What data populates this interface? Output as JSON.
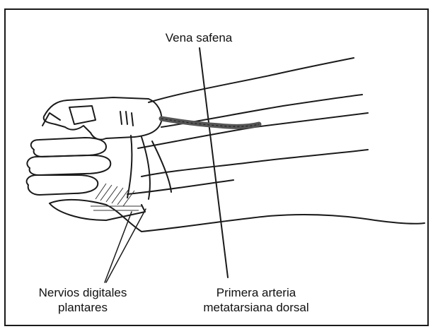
{
  "figure": {
    "labels": {
      "vena_safena": "Vena safena",
      "nervios_line1": "Nervios digitales",
      "nervios_line2": "plantares",
      "arteria_line1": "Primera arteria",
      "arteria_line2": "metatarsiana dorsal"
    },
    "colors": {
      "line": "#1a1a1a",
      "vein_fill": "#555555",
      "hatch": "#333333"
    }
  }
}
